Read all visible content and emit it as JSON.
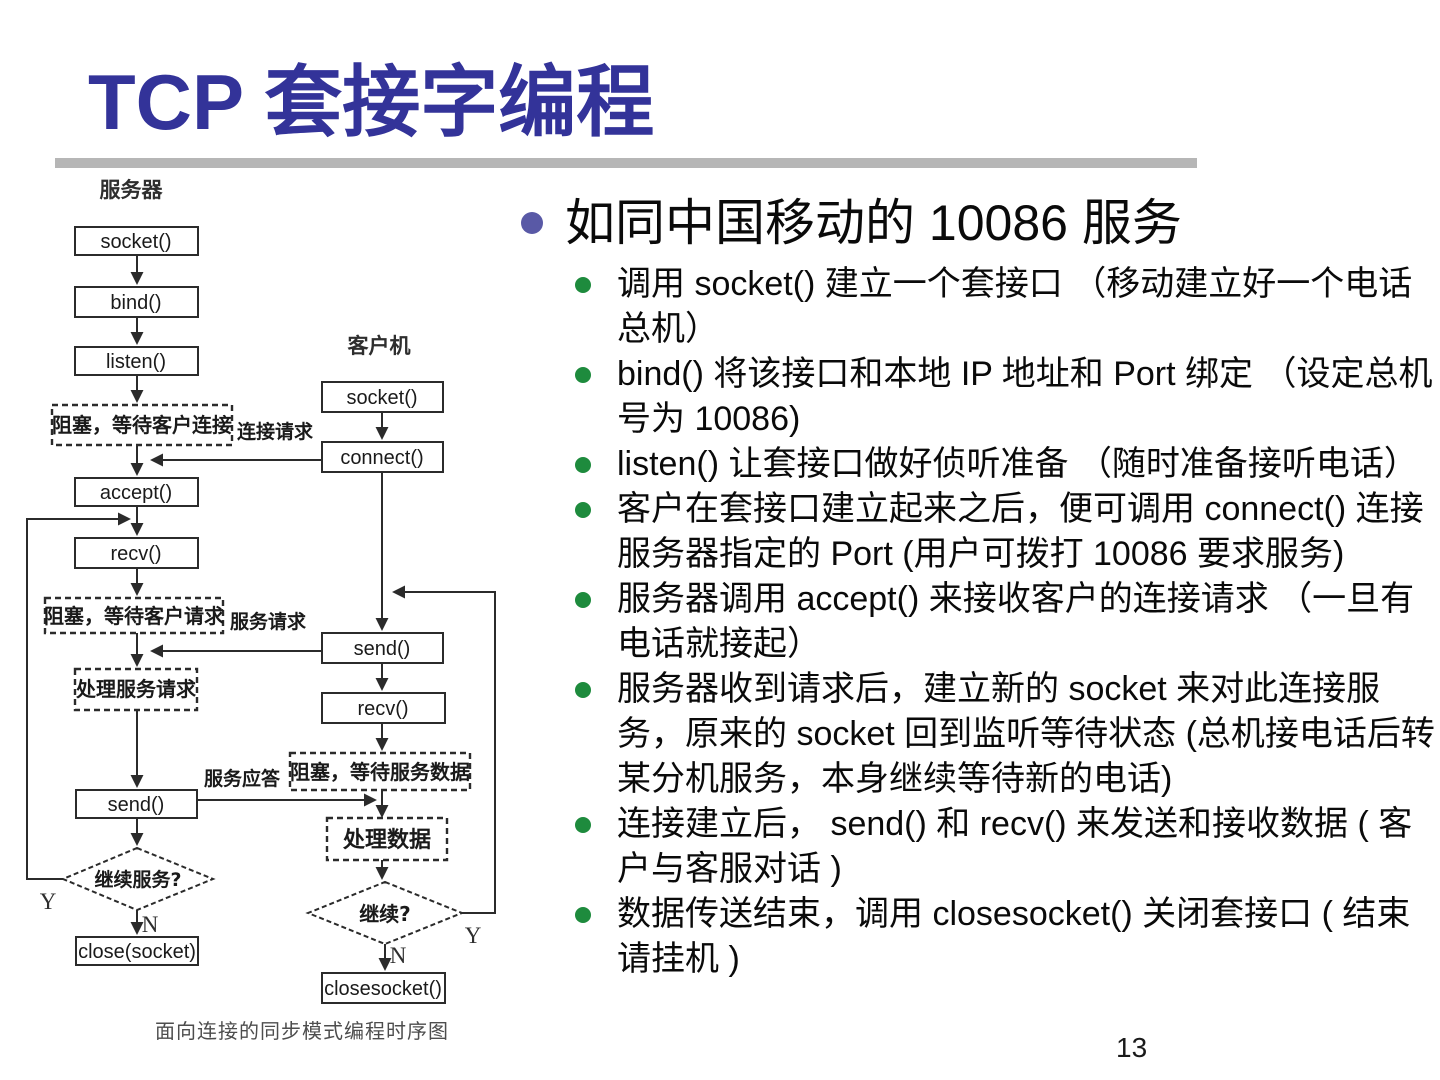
{
  "slide": {
    "title": "TCP 套接字编程",
    "page_number": "13"
  },
  "colors": {
    "title_blue": "#333399",
    "rule_gray": "#b6b6b6",
    "bullet_level1": "#5959a6",
    "bullet_level2": "#1e8b3d"
  },
  "diagram": {
    "caption": "面向连接的同步模式编程时序图",
    "server": {
      "label": "服务器",
      "boxes": [
        "socket()",
        "bind()",
        "listen()",
        "accept()",
        "recv()",
        "send()",
        "close(socket)"
      ],
      "dashed": [
        "阻塞，等待客户连接",
        "阻塞，等待客户请求",
        "处理服务请求"
      ],
      "diamond": "继续服务?"
    },
    "client": {
      "label": "客户机",
      "boxes": [
        "socket()",
        "connect()",
        "send()",
        "recv()",
        "closesocket()"
      ],
      "dashed": [
        "阻塞，等待服务数据",
        "处理数据"
      ],
      "diamond": "继续?"
    },
    "labels": {
      "connect_request": "连接请求",
      "service_request": "服务请求",
      "service_reply": "服务应答",
      "yes": "Y",
      "no": "N"
    }
  },
  "content": {
    "heading": "如同中国移动的 10086 服务",
    "bullets": [
      "调用 socket() 建立一个套接口 （移动建立好一个电话总机）",
      "bind() 将该接口和本地 IP 地址和 Port 绑定 （设定总机号为 10086)",
      "listen() 让套接口做好侦听准备 （随时准备接听电话）",
      "客户在套接口建立起来之后，便可调用 connect() 连接服务器指定的 Port  (用户可拨打 10086 要求服务)",
      "服务器调用 accept() 来接收客户的连接请求 （一旦有电话就接起）",
      "服务器收到请求后，建立新的 socket 来对此连接服务，原来的 socket 回到监听等待状态  (总机接电话后转某分机服务，本身继续等待新的电话)",
      "连接建立后， send() 和 recv() 来发送和接收数据 ( 客户与客服对话 )",
      "数据传送结束，调用 closesocket() 关闭套接口 ( 结束请挂机 )"
    ]
  }
}
